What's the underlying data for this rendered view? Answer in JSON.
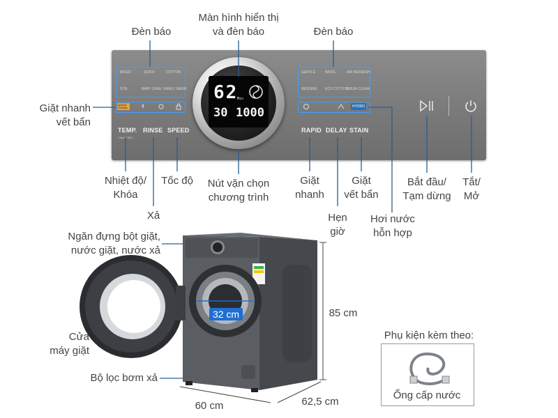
{
  "labels": {
    "display_screen_line1": "Màn hình hiển thị",
    "display_screen_line2": "và đèn báo",
    "indicator_left": "Đèn báo",
    "indicator_right": "Đèn báo",
    "quick_stain_line1": "Giặt nhanh",
    "quick_stain_line2": "vết bẩn",
    "temp_lock_line1": "Nhiệt độ/",
    "temp_lock_line2": "Khóa",
    "speed": "Tốc độ",
    "rinse": "Xả",
    "knob_line1": "Nút vặn chọn",
    "knob_line2": "chương trình",
    "rapid_line1": "Giặt",
    "rapid_line2": "nhanh",
    "delay_line1": "Hẹn",
    "delay_line2": "giờ",
    "stain_line1": "Giặt",
    "stain_line2": "vết bẩn",
    "steam_line1": "Hơi nước",
    "steam_line2": "hỗn hợp",
    "start_pause_line1": "Bắt đầu/",
    "start_pause_line2": "Tạm dừng",
    "power_line1": "Tắt/",
    "power_line2": "Mở",
    "detergent_line1": "Ngăn đựng bột giặt,",
    "detergent_line2": "nước giặt, nước xả",
    "door_line1": "Cửa",
    "door_line2": "máy giặt",
    "pump_filter": "Bộ lọc bơm xả",
    "accessory_title": "Phụ kiện kèm theo:",
    "accessory_item": "Ống cấp nước"
  },
  "dimensions": {
    "height": "85 cm",
    "width": "60 cm",
    "depth": "62,5 cm",
    "door_diameter": "32 cm"
  },
  "panel": {
    "buttons": {
      "temp": "TEMP.",
      "rinse": "RINSE",
      "speed": "SPEED",
      "rapid": "RAPID",
      "delay": "DELAY",
      "stain": "STAIN"
    },
    "programs_left": [
      "MIXED",
      "QUICK",
      "COTTON",
      "SYN",
      "BABY CARE",
      "FAMILY WASH"
    ],
    "programs_right": [
      "GENTLE",
      "WOOL",
      "AIR REFRESH",
      "BEDDING",
      "ECO COTTON",
      "DRUM CLEAN"
    ],
    "display_time": "62",
    "display_min_unit": "Min",
    "display_temp": "30",
    "display_speed": "1000",
    "quick_chip": "QUICK CLEAN",
    "hydro_chip": "HYDRO",
    "temp_sub": "Hold 3 SEC"
  },
  "colors": {
    "panel": "#7a7a7a",
    "indicator_blue": "#3aa0ff",
    "machine_body": "#55585c",
    "line": "#2a5d8f"
  }
}
